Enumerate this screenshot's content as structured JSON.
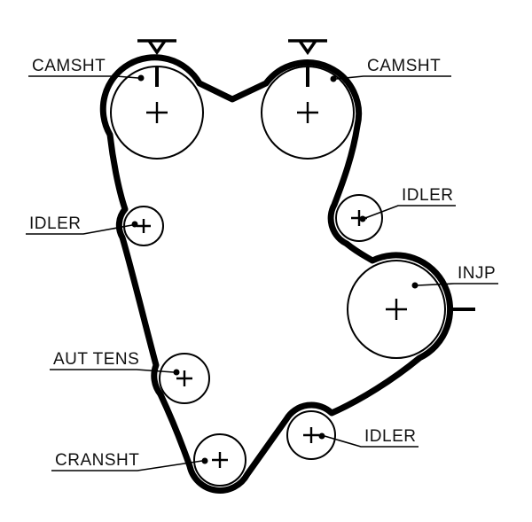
{
  "diagram": {
    "type": "timing-belt-routing-diagram",
    "labels": {
      "camshaft_left": "CAMSHT",
      "camshaft_right": "CAMSHT",
      "idler_top_right": "IDLER",
      "injection_pump": "INJP",
      "idler_left": "IDLER",
      "auto_tensioner": "AUT TENS",
      "crankshaft": "CRANSHT",
      "idler_bottom": "IDLER"
    },
    "colors": {
      "line": "#000000",
      "background": "#ffffff"
    }
  }
}
